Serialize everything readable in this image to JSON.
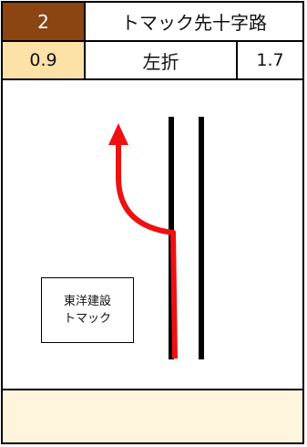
{
  "header": {
    "number": "2",
    "title": "トマック先十字路"
  },
  "info": {
    "distance": "0.9",
    "direction": "左折",
    "total": "1.7"
  },
  "map": {
    "landmark": {
      "line1": "東洋建設",
      "line2": "トマック"
    },
    "route_color": "#ee1111",
    "road_color": "#000000"
  },
  "colors": {
    "number_bg": "#8b4513",
    "distance_bg": "#fde2a8",
    "footer_bg": "#fff4dc"
  },
  "footer": {
    "note": ""
  }
}
